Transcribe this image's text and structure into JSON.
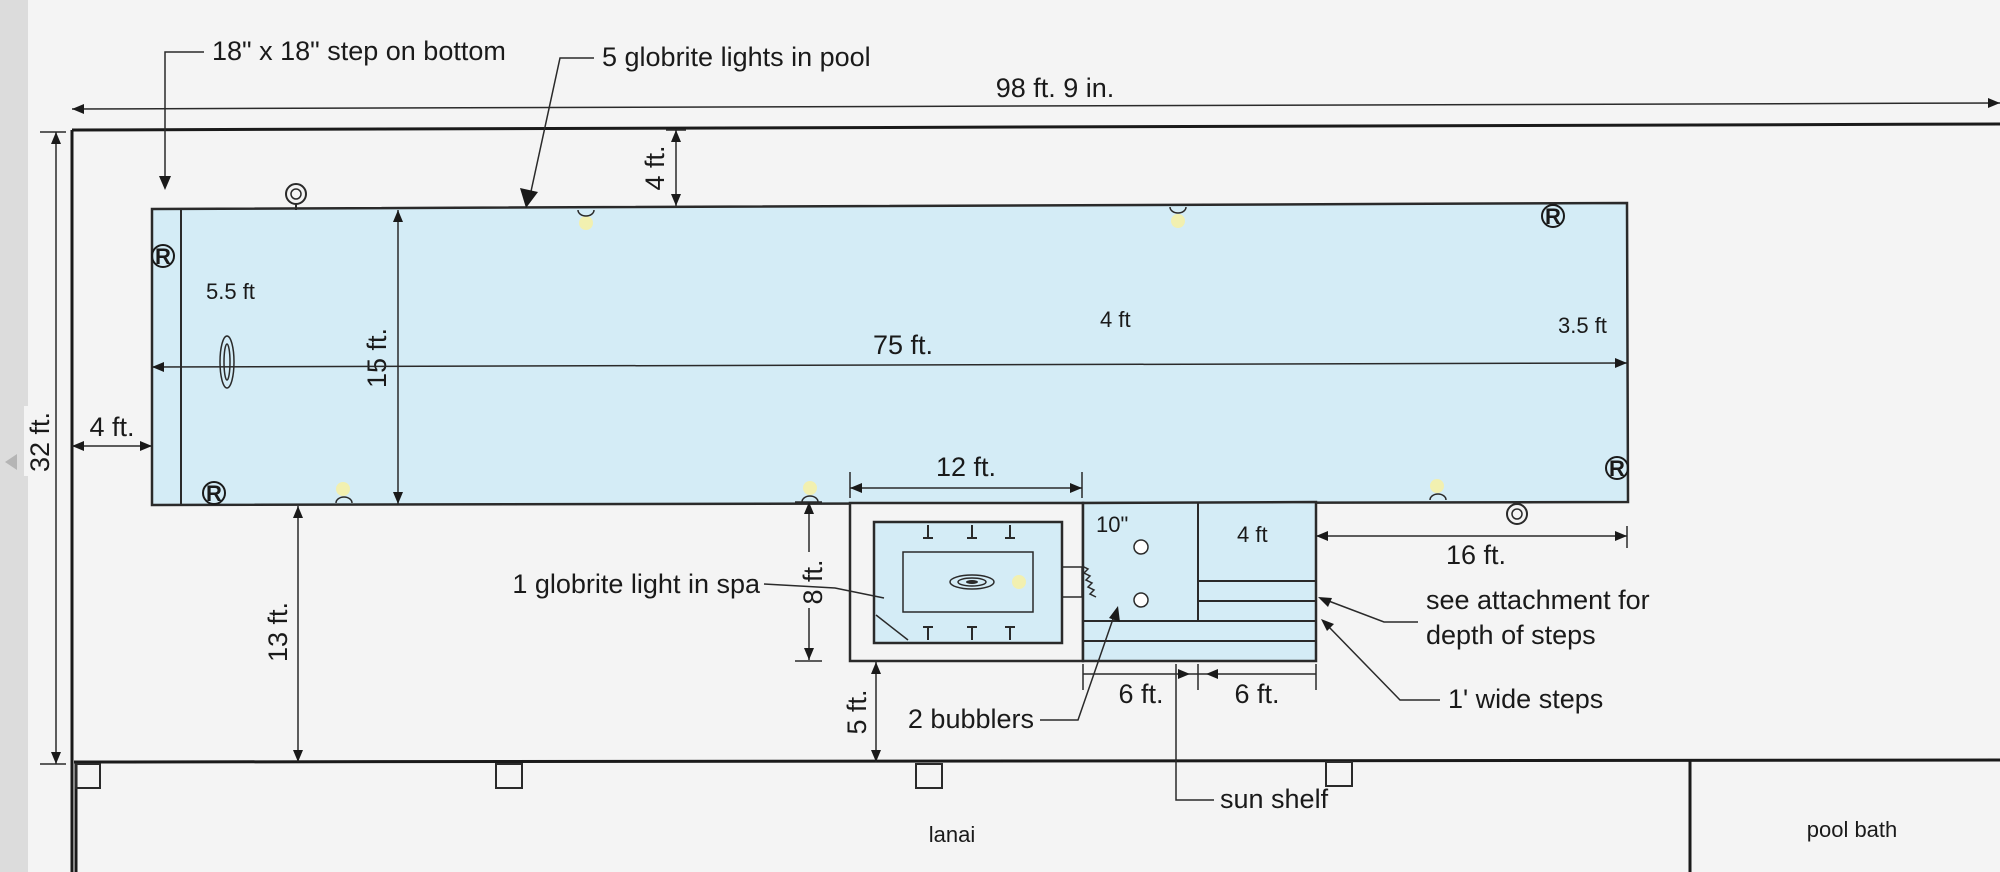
{
  "colors": {
    "water": "#d4ecf6",
    "deck": "#f4f4f4",
    "sidebar": "#dcdcdc",
    "light_glow": "#f2f0b0"
  },
  "callouts": {
    "step": "18\" x 18\" step on bottom",
    "lights_pool": "5 globrite lights in pool",
    "light_spa": "1 globrite light in spa",
    "bubblers": "2 bubblers",
    "see_attachment_1": "see attachment for",
    "see_attachment_2": "depth of steps",
    "wide_steps": "1' wide steps",
    "sun_shelf": "sun shelf"
  },
  "dimensions": {
    "overall_length": "98 ft. 9 in.",
    "overall_width": "32 ft.",
    "pool_length": "75 ft.",
    "pool_width": "15 ft.",
    "top_gap": "4 ft.",
    "left_gap": "4 ft.",
    "bottom_gap": "13 ft.",
    "spa_width": "12 ft.",
    "spa_depth": "8 ft.",
    "spa_gap": "5 ft.",
    "shelf_a": "6 ft.",
    "shelf_b": "6 ft.",
    "right_run": "16 ft.",
    "spa_wall": "10\"",
    "step_depth": "4 ft"
  },
  "depths": {
    "deep": "5.5 ft",
    "mid": "4 ft",
    "shallow": "3.5 ft"
  },
  "rooms": {
    "lanai": "lanai",
    "pool_bath": "pool bath"
  },
  "badges": {
    "r": "R"
  },
  "icons": [
    "sidebar-arrow-icon",
    "light-fixture-icon",
    "drain-icon",
    "bubbler-icon",
    "jet-icon",
    "return-fitting-icon"
  ]
}
